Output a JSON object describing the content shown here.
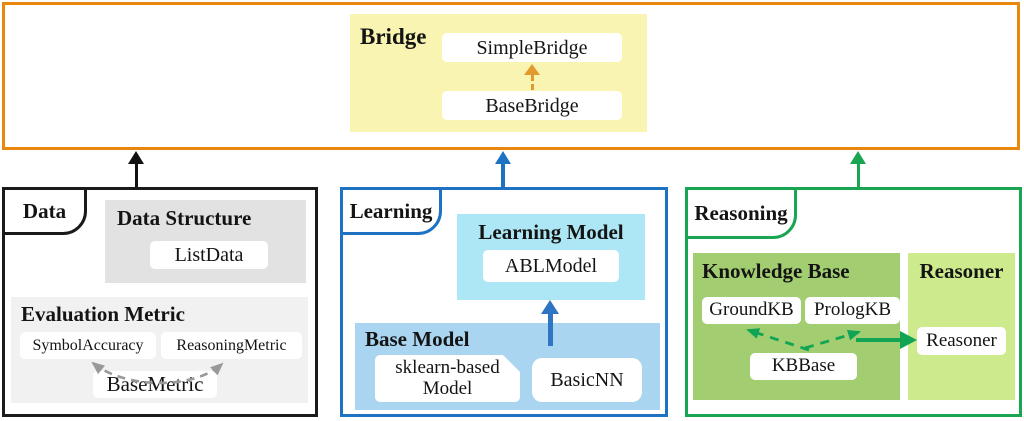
{
  "bridge": {
    "label": "Bridge",
    "simple_bridge": "SimpleBridge",
    "base_bridge": "BaseBridge"
  },
  "data": {
    "label": "Data",
    "data_structure": {
      "label": "Data Structure",
      "list_data": "ListData"
    },
    "evaluation_metric": {
      "label": "Evaluation Metric",
      "symbol_accuracy": "SymbolAccuracy",
      "reasoning_metric": "ReasoningMetric",
      "base_metric": "BaseMetric"
    }
  },
  "learning": {
    "label": "Learning",
    "learning_model": {
      "label": "Learning Model",
      "abl_model": "ABLModel"
    },
    "base_model": {
      "label": "Base Model",
      "sklearn_model": "sklearn-based Model",
      "basic_nn": "BasicNN"
    }
  },
  "reasoning": {
    "label": "Reasoning",
    "knowledge_base": {
      "label": "Knowledge Base",
      "ground_kb": "GroundKB",
      "prolog_kb": "PrologKB",
      "kb_base": "KBBase"
    },
    "reasoner_panel": {
      "label": "Reasoner",
      "reasoner": "Reasoner"
    }
  },
  "colors": {
    "bridge_border": "#E8860D",
    "bridge_fill": "#FAF4B3",
    "bridge_arrow": "#E09A2E",
    "data_border": "#1A1A1A",
    "data_structure_fill": "#E2E2E2",
    "evaluation_metric_fill": "#F1F1F1",
    "metric_arrow": "#999999",
    "learning_border": "#1E72C4",
    "learning_model_fill": "#ADE7F5",
    "base_model_fill": "#A9D5F1",
    "reasoning_border": "#19A551",
    "knowledge_base_fill": "#A2CD70",
    "reasoner_fill": "#CDEA8C",
    "kb_arrow": "#12A455"
  }
}
